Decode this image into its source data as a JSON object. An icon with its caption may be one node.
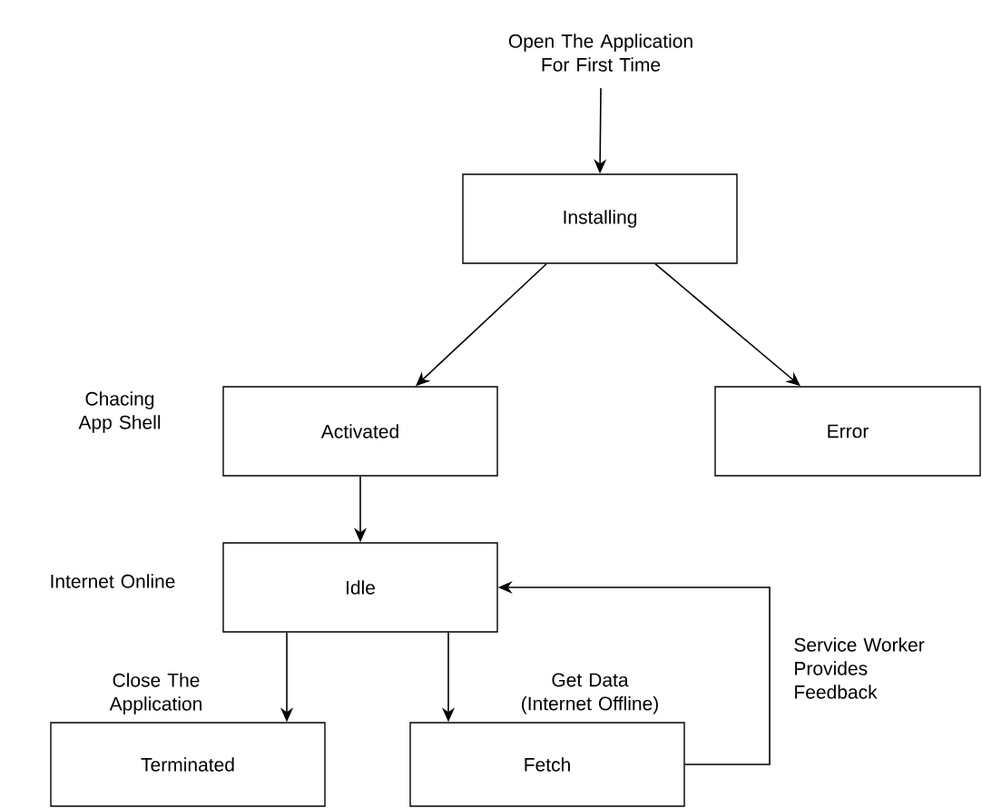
{
  "diagram": {
    "nodes": [
      {
        "text": [
          "Open The Application For First Time"
        ]
      },
      {
        "text": [
          "Installing"
        ]
      },
      {
        "text": [
          "Activated"
        ],
        "beside": [
          "Chacing App Shell"
        ]
      },
      {
        "text": [
          "Error"
        ]
      },
      {
        "text": [
          "Idle"
        ],
        "beside": [
          "Internet Online"
        ]
      },
      {
        "text": [
          "Terminated"
        ]
      },
      {
        "text": [
          "Fetch"
        ]
      }
    ],
    "edges": [
      {
        "from": 0,
        "to": 1,
        "arrow": "to"
      },
      {
        "from": 1,
        "to": 2,
        "arrow": "to"
      },
      {
        "from": 1,
        "to": 3,
        "arrow": "to"
      },
      {
        "from": 2,
        "to": 4,
        "arrow": "to"
      },
      {
        "from": 4,
        "to": 5,
        "label": "Close The Application",
        "arrow": "to"
      },
      {
        "from": 4,
        "to": 6,
        "label": "Get Data (Internet Offline)",
        "arrow": "to"
      },
      {
        "from": 6,
        "to": 4,
        "label": "Service Worker Provides Feedback",
        "arrow": "to"
      }
    ]
  }
}
